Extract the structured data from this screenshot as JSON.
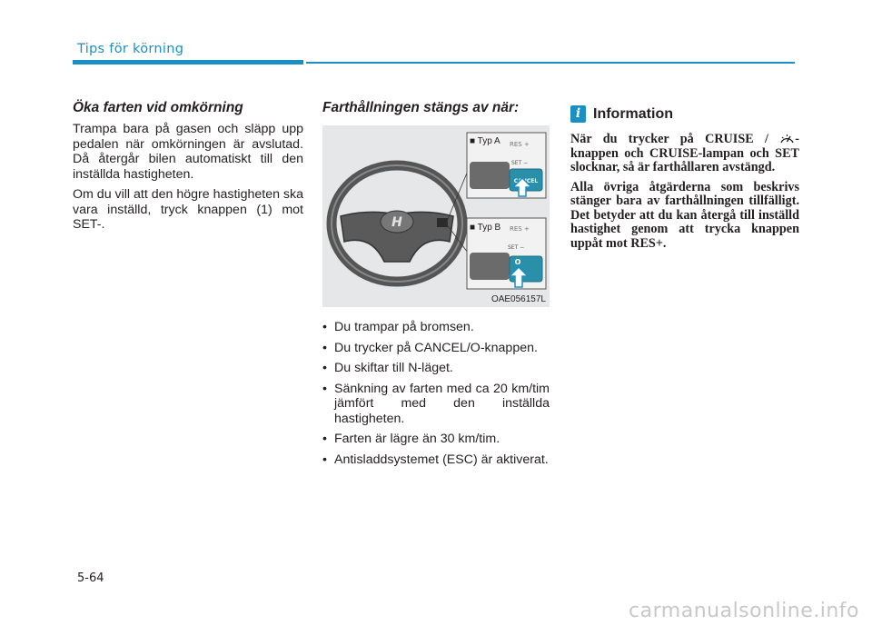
{
  "header": {
    "title": "Tips för körning"
  },
  "column1": {
    "heading": "Öka farten vid omkörning",
    "paragraphs": [
      "Trampa bara på gasen och släpp upp pedalen när omkörningen är avslutad. Då återgår bilen automatiskt till den inställda hastigheten.",
      "Om du vill att den högre hastigheten ska vara inställd, tryck knappen (1) mot SET-."
    ]
  },
  "column2": {
    "heading": "Farthållningen stängs av när:",
    "figure": {
      "labels": {
        "typ_a": "■ Typ  A",
        "typ_b": "■ Typ  B",
        "res": "RES +",
        "set": "SET −",
        "cancel": "CANCEL",
        "o": "O"
      },
      "code": "OAE056157L"
    },
    "bullets": [
      "Du trampar på bromsen.",
      "Du trycker på CANCEL/O-knappen.",
      "Du skiftar till N-läget.",
      "Sänkning av farten med ca 20 km/tim jämfört med den inställda hastigheten.",
      "Farten är lägre än 30 km/tim.",
      "Antisladdsystemet (ESC) är aktiverat."
    ]
  },
  "column3": {
    "icon": "i",
    "title": "Information",
    "p1_before": "När du trycker på CRUISE /",
    "p1_after": "-knappen och CRUISE-lampan och SET slocknar, så är farthållaren avstängd.",
    "p2": "Alla övriga åtgärderna som beskrivs stänger bara av farthållningen tillfälligt. Det betyder att du kan återgå till inställd hastighet genom att trycka knappen uppåt mot RES+."
  },
  "footer": {
    "page_number": "5-64",
    "watermark": "carmanualsonline.info"
  },
  "colors": {
    "accent": "#1a8fc4",
    "text": "#231f20",
    "figure_bg": "#e6e7e8"
  }
}
